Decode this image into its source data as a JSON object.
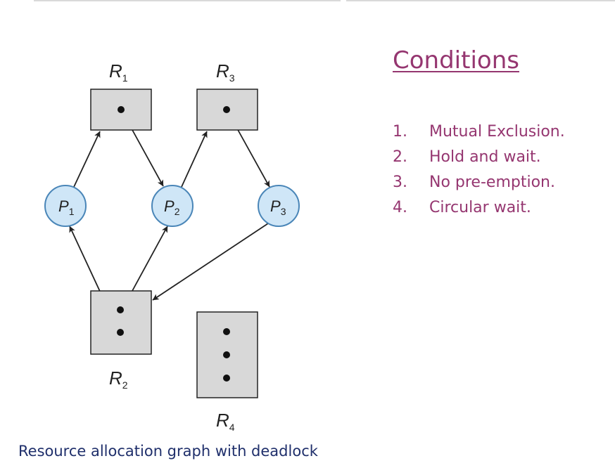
{
  "diagram": {
    "caption": "Resource allocation graph with deadlock",
    "resources": [
      {
        "id": "R1",
        "base": "R",
        "sub": "1",
        "instances": 1
      },
      {
        "id": "R2",
        "base": "R",
        "sub": "2",
        "instances": 2
      },
      {
        "id": "R3",
        "base": "R",
        "sub": "3",
        "instances": 1
      },
      {
        "id": "R4",
        "base": "R",
        "sub": "4",
        "instances": 3
      }
    ],
    "processes": [
      {
        "id": "P1",
        "base": "P",
        "sub": "1"
      },
      {
        "id": "P2",
        "base": "P",
        "sub": "2"
      },
      {
        "id": "P3",
        "base": "P",
        "sub": "3"
      }
    ],
    "edges": [
      {
        "from": "P1",
        "to": "R1",
        "kind": "request"
      },
      {
        "from": "R1",
        "to": "P2",
        "kind": "assignment"
      },
      {
        "from": "P2",
        "to": "R3",
        "kind": "request"
      },
      {
        "from": "R3",
        "to": "P3",
        "kind": "assignment"
      },
      {
        "from": "P3",
        "to": "R2",
        "kind": "request"
      },
      {
        "from": "R2",
        "to": "P1",
        "kind": "assignment"
      },
      {
        "from": "R2",
        "to": "P2",
        "kind": "assignment"
      }
    ],
    "colors": {
      "resource_fill": "#d8d8d8",
      "process_fill": "#cfe6f7",
      "process_stroke": "#4a86b8",
      "edge": "#222222"
    }
  },
  "conditions": {
    "title": "Conditions",
    "items": [
      {
        "num": "1.",
        "text": "Mutual Exclusion."
      },
      {
        "num": "2.",
        "text": "Hold and wait."
      },
      {
        "num": "3.",
        "text": "No pre-emption."
      },
      {
        "num": "4.",
        "text": "Circular wait."
      }
    ],
    "color": "#953670"
  }
}
